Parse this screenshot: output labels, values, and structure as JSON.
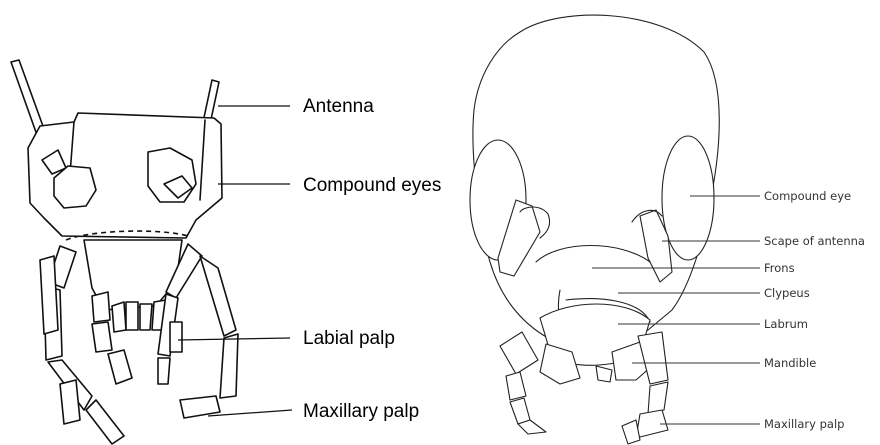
{
  "left_figure": {
    "labels": {
      "antenna": "Antenna",
      "compound_eyes": "Compound eyes",
      "labial_palp": "Labial palp",
      "maxillary_palp": "Maxillary palp"
    }
  },
  "right_figure": {
    "labels": {
      "compound_eye": "Compound eye",
      "scape_of_antenna": "Scape of antenna",
      "frons": "Frons",
      "clypeus": "Clypeus",
      "labrum": "Labrum",
      "mandible": "Mandible",
      "maxillary_palp": "Maxillary palp"
    }
  }
}
